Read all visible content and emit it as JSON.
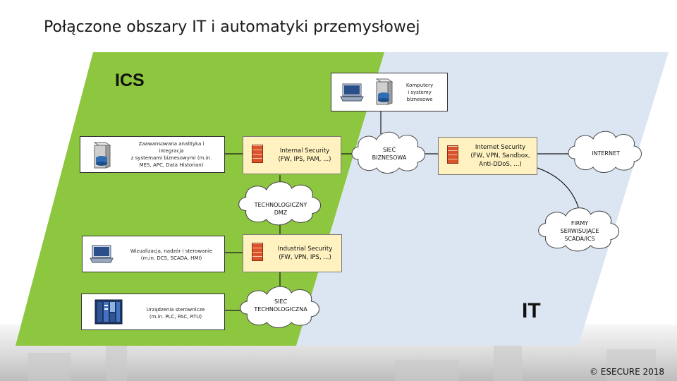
{
  "slide": {
    "title": "Połączone obszary IT i automatyki przemysłowej",
    "copyright": "© ESECURE 2018"
  },
  "regions": {
    "ics_label": "ICS",
    "it_label": "IT",
    "ics_color": "#8dc63f",
    "it_color": "#dce6f2"
  },
  "boxes": {
    "business": {
      "lines": [
        "Komputery",
        "i systemy",
        "biznesowe"
      ],
      "icons": [
        "laptop-icon",
        "server-icon"
      ]
    },
    "analytics": {
      "lines": [
        "Zaawansowana analityka i",
        "integracja",
        "z systemami biznesowymi (m.in.",
        "MES, APC, Data Historian)"
      ],
      "icons": [
        "server-icon"
      ]
    },
    "visualization": {
      "lines": [
        "Wizualizacja, nadzór i sterowanie",
        "(m.in. DCS, SCADA, HMI)"
      ],
      "icons": [
        "laptop-icon"
      ]
    },
    "controllers": {
      "lines": [
        "Urządzenia sterownicze",
        "(m.in. PLC, PAC, RTU)"
      ],
      "icons": [
        "plc-icon"
      ]
    }
  },
  "security": {
    "internal": {
      "lines": [
        "Internal Security",
        "(FW, IPS, PAM, ...)"
      ],
      "icon": "firewall-icon"
    },
    "internet": {
      "lines": [
        "Internet Security",
        "(FW, VPN, Sandbox,",
        "Anti-DDoS, ...)"
      ],
      "icon": "firewall-icon"
    },
    "industrial": {
      "lines": [
        "Industrial Security",
        "(FW, VPN, IPS, ...)"
      ],
      "icon": "firewall-icon"
    },
    "fill_color": "#fff2c0"
  },
  "clouds": {
    "business_net": {
      "lines": [
        "SIEĆ",
        "BIZNESOWA"
      ]
    },
    "internet": {
      "lines": [
        "INTERNET"
      ]
    },
    "dmz": {
      "lines": [
        "TECHNOLOGICZNY",
        "DMZ"
      ]
    },
    "service": {
      "lines": [
        "FIRMY",
        "SERWISUJĄCE",
        "SCADA/ICS"
      ]
    },
    "tech_net": {
      "lines": [
        "SIEĆ",
        "TECHNOLOGICZNA"
      ]
    }
  }
}
